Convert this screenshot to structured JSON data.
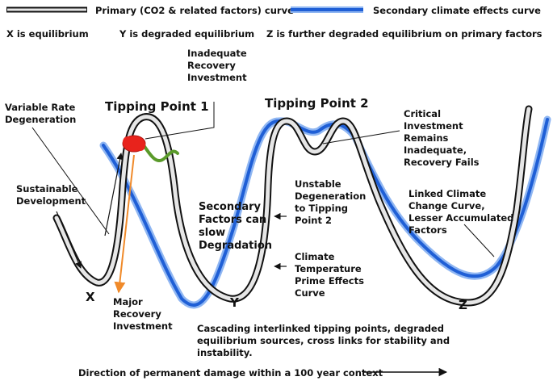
{
  "legend": {
    "primary": "Primary (CO2 & related factors) curve",
    "secondary": "Secondary climate effects curve"
  },
  "definitions": {
    "x": "X is equilibrium",
    "y": "Y is degraded equilibrium",
    "z": "Z is further degraded equilibrium on primary factors"
  },
  "labels": {
    "inadequate_recovery": [
      "Inadequate",
      "Recovery",
      "Investment"
    ],
    "variable_rate": [
      "Variable Rate",
      "Degeneration"
    ],
    "tipping_point_1": "Tipping Point 1",
    "tipping_point_2": "Tipping Point 2",
    "critical_investment": [
      "Critical",
      "Investment",
      "Remains",
      "Inadequate,",
      "Recovery Fails"
    ],
    "sustainable_development": [
      "Sustainable",
      "Development"
    ],
    "secondary_factors": [
      "Secondary",
      "Factors can",
      "slow",
      "Degradation"
    ],
    "unstable_degeneration": [
      "Unstable",
      "Degeneration",
      "to Tipping",
      "Point 2"
    ],
    "linked_climate": [
      "Linked Climate",
      "Change Curve,",
      "Lesser Accumulated",
      "Factors"
    ],
    "climate_temperature": [
      "Climate",
      "Temperature",
      "Prime Effects",
      "Curve"
    ],
    "major_recovery": [
      "Major",
      "Recovery",
      "Investment"
    ],
    "cascading": [
      "Cascading interlinked tipping points, degraded",
      "equilibrium sources, cross links for stability and",
      "instability."
    ],
    "direction": "Direction of permanent damage within a 100 year context",
    "point_x": "X",
    "point_y": "Y",
    "point_z": "Z"
  },
  "colors": {
    "primary_fill": "#e6e6e6",
    "primary_outline": "#111111",
    "secondary": "#1f5fd6",
    "secondary_glow": "#8fb6f2",
    "recovery_arrow": "#f08a2a",
    "green_tail": "#5a9a2a",
    "red_blob": "#e8231c"
  },
  "icons": {
    "blob": "red-blob-icon",
    "arrows": "arrow-icon"
  }
}
